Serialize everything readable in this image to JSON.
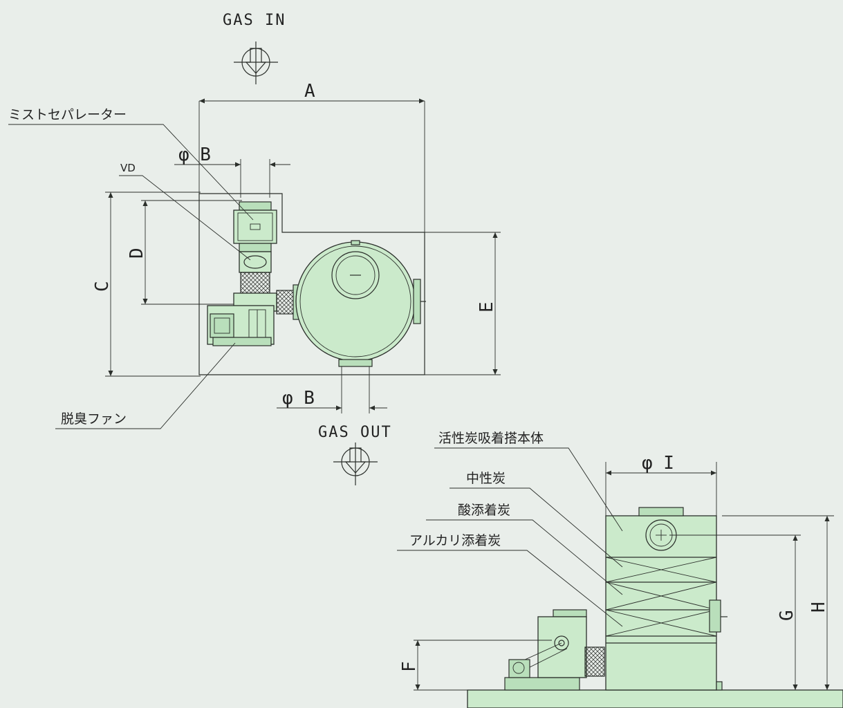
{
  "gas_in": "GAS IN",
  "gas_out": "GAS OUT",
  "plan_view": {
    "dim_A": "A",
    "dim_B_top": "φ B",
    "dim_B_bottom": "φ B",
    "dim_C": "C",
    "dim_D": "D",
    "dim_E": "E",
    "label_mist_separator": "ミストセパレーター",
    "label_vd": "VD",
    "label_fan": "脱臭ファン"
  },
  "elevation_view": {
    "dim_I": "φ I",
    "dim_F": "F",
    "dim_G": "G",
    "dim_H": "H",
    "label_tower_body": "活性炭吸着搭本体",
    "label_neutral_carbon": "中性炭",
    "label_acid_carbon": "酸添着炭",
    "label_alkali_carbon": "アルカリ添着炭"
  }
}
